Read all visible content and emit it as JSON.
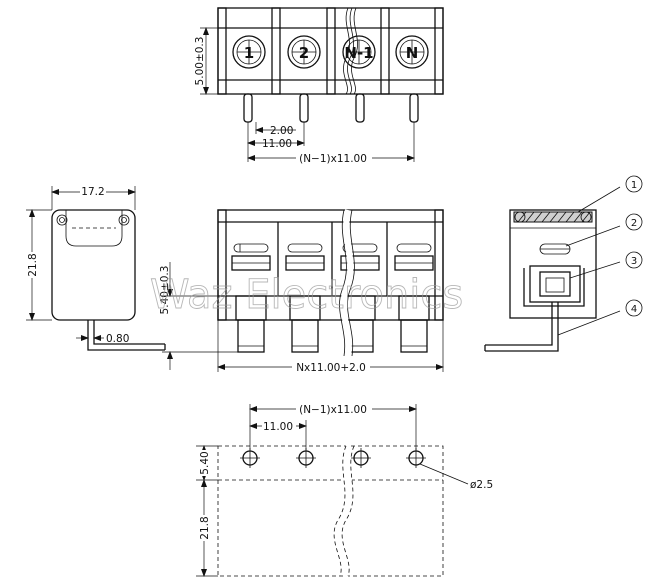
{
  "watermark": "Waz Electronics",
  "top_view": {
    "terminal_labels": [
      "1",
      "2",
      "N-1",
      "N"
    ],
    "dim_height": "5.00±0.3",
    "dim_pin_offset": "2.00",
    "dim_pitch": "11.00",
    "dim_span": "(N−1)x11.00"
  },
  "side_view": {
    "dim_width": "17.2",
    "dim_height": "21.8",
    "dim_pin": "0.80"
  },
  "front_view": {
    "dim_pin_height": "5.40±0.3",
    "dim_total": "Nx11.00+2.0"
  },
  "section_view": {
    "callouts": [
      "1",
      "2",
      "3",
      "4"
    ]
  },
  "pcb_layout": {
    "dim_span": "(N−1)x11.00",
    "dim_pitch": "11.00",
    "dim_row": "5.40",
    "dim_body": "21.8",
    "dim_hole": "ø2.5"
  }
}
